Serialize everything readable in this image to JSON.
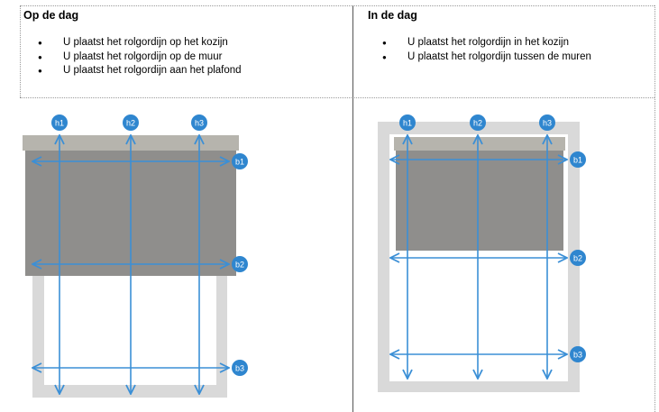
{
  "left": {
    "title": "Op de dag",
    "bullets": [
      "U plaatst het rolgordijn op het kozijn",
      "U plaatst het rolgordijn op de muur",
      "U plaatst het rolgordijn aan het plafond"
    ],
    "labels": {
      "h1": "h1",
      "h2": "h2",
      "h3": "h3",
      "b1": "b1",
      "b2": "b2",
      "b3": "b3"
    }
  },
  "right": {
    "title": "In de dag",
    "bullets": [
      "U plaatst het rolgordijn in het kozijn",
      "U plaatst het rolgordijn tussen de muren"
    ],
    "labels": {
      "h1": "h1",
      "h2": "h2",
      "h3": "h3",
      "b1": "b1",
      "b2": "b2",
      "b3": "b3"
    }
  },
  "colors": {
    "arrow": "#3b8fd6",
    "badge": "#2f86cf",
    "blind": "#8f8e8c",
    "headrail": "#b6b4ad",
    "frame": "#d9d9d9"
  }
}
